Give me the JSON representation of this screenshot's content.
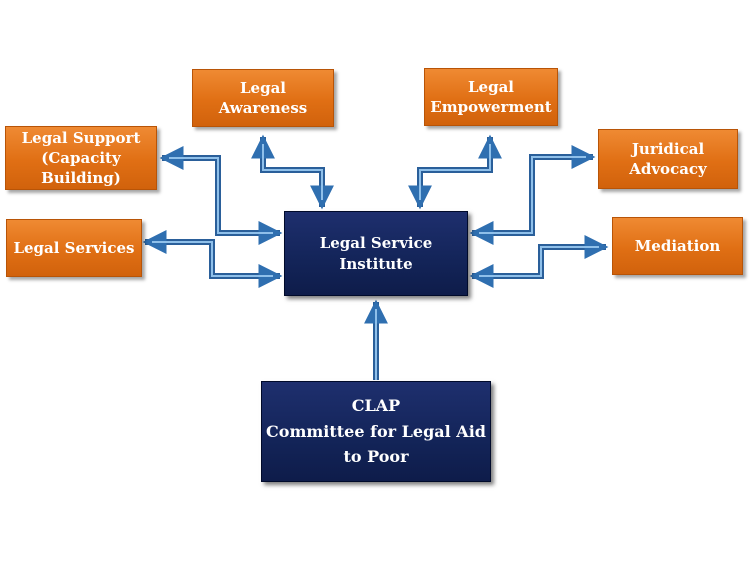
{
  "nodes": {
    "legal_awareness": {
      "lines": [
        "Legal",
        "Awareness"
      ]
    },
    "legal_empowerment": {
      "lines": [
        "Legal",
        "Empowerment"
      ]
    },
    "legal_support": {
      "lines": [
        "Legal Support",
        "(Capacity Building)"
      ]
    },
    "juridical_advocacy": {
      "lines": [
        "Juridical",
        "Advocacy"
      ]
    },
    "legal_services": {
      "lines": [
        "Legal Services"
      ]
    },
    "mediation": {
      "lines": [
        "Mediation"
      ]
    },
    "center": {
      "lines": [
        "Legal Service Institute"
      ]
    },
    "clap": {
      "lines": [
        "CLAP",
        "Committee for Legal Aid",
        "to Poor"
      ]
    }
  },
  "colors": {
    "orange": "#e06f14",
    "navy": "#132458",
    "arrow": "#3a78b8"
  }
}
